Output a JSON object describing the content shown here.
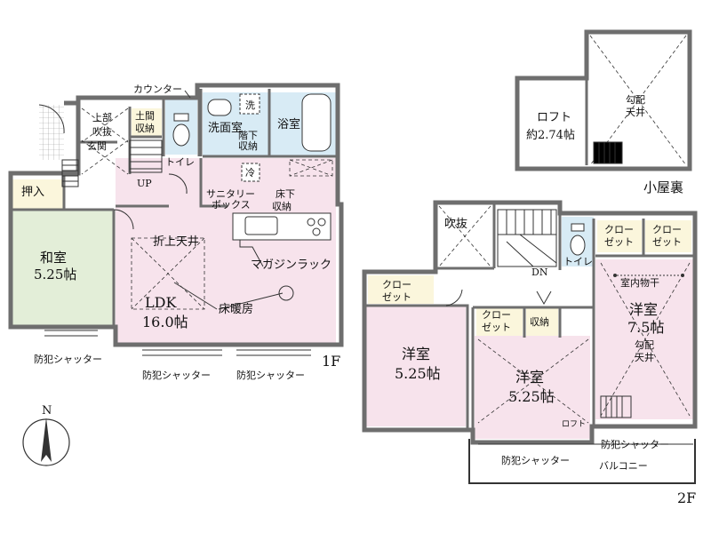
{
  "floors": {
    "first": {
      "floor_label": "1F",
      "rooms": {
        "wa_name": "和室",
        "wa_size": "5.25帖",
        "ldk_name": "LDK",
        "ldk_size": "16.0帖",
        "oshiire": "押入",
        "genkan_1": "上部",
        "genkan_2": "吹抜",
        "genkan_3": "玄関",
        "doma_1": "土間",
        "doma_2": "収納",
        "up": "UP",
        "toilet": "トイレ",
        "senmen": "洗面室",
        "yoku": "浴室",
        "kaidan_shita_1": "階下",
        "kaidan_shita_2": "収納",
        "sentaku": "洗",
        "rei": "冷",
        "yukashita_1": "床下",
        "yukashita_2": "収納"
      },
      "notes": {
        "counter": "カウンター",
        "sanitary_1": "サニタリー",
        "sanitary_2": "ボックス",
        "magazine": "マガジンラック",
        "orijoten": "折上天井",
        "floor_heating": "床暖房"
      },
      "shutters": {
        "left": "防犯シャッター",
        "mid": "防犯シャッター",
        "right": "防犯シャッター"
      }
    },
    "second": {
      "floor_label": "2F",
      "rooms": {
        "fukinuke": "吹抜",
        "dn": "DN",
        "toilet": "トイレ",
        "yoshitsu_a_name": "洋室",
        "yoshitsu_a_size": "5.25帖",
        "yoshitsu_b_name": "洋室",
        "yoshitsu_b_size": "5.25帖",
        "yoshitsu_c_name": "洋室",
        "yoshitsu_c_size": "7.5帖",
        "kobai_1": "勾配",
        "kobai_2": "天井",
        "closet_1": "クロー",
        "closet_2": "ゼット",
        "shuno": "収納",
        "loft_small": "ロフト",
        "balcony": "バルコニー",
        "indoor_dry": "室内物干"
      },
      "shutters": {
        "left": "防犯シャッター",
        "right": "防犯シャッター"
      }
    },
    "attic": {
      "floor_label": "小屋裏",
      "loft_name": "ロフト",
      "loft_size": "約2.74帖",
      "kobai_1": "勾配",
      "kobai_2": "天井"
    }
  },
  "compass": {
    "north": "N"
  },
  "colors": {
    "wall": "#6e6e6e",
    "ldk_fill": "#f7e3ec",
    "wa_fill": "#e3eed8",
    "wet_fill": "#d8ebf5",
    "storage_fill": "#fbf6dc",
    "line": "#333333"
  }
}
